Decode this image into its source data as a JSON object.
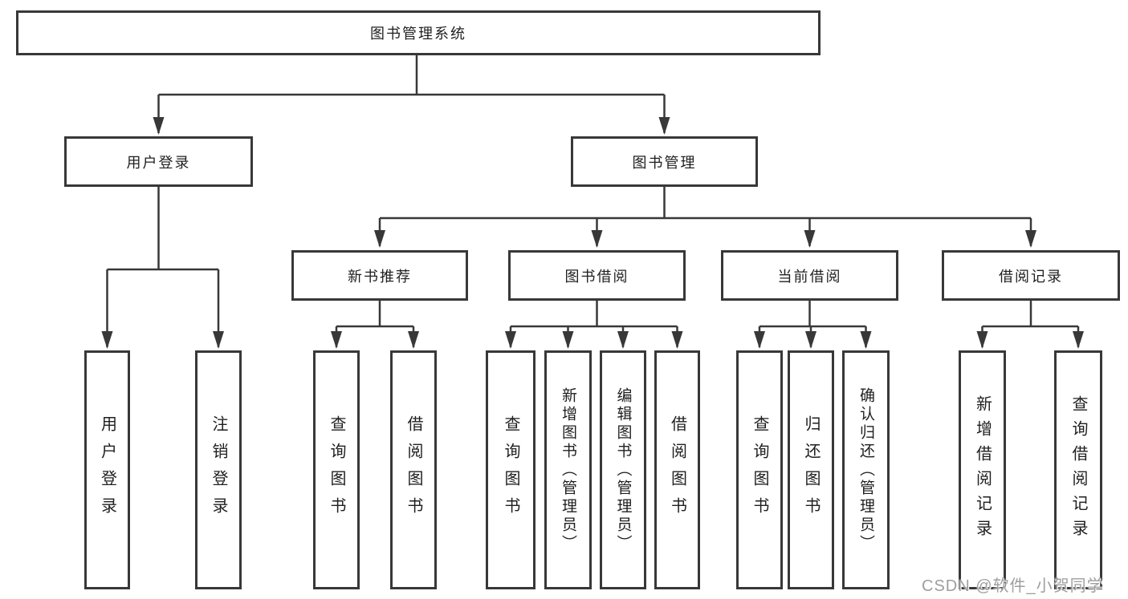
{
  "tree": {
    "label": "图书管理系统",
    "children": [
      {
        "label": "用户登录",
        "children": [
          {
            "label": "用户登录"
          },
          {
            "label": "注销登录"
          }
        ]
      },
      {
        "label": "图书管理",
        "children": [
          {
            "label": "新书推荐",
            "children": [
              {
                "label": "查询图书"
              },
              {
                "label": "借阅图书"
              }
            ]
          },
          {
            "label": "图书借阅",
            "children": [
              {
                "label": "查询图书"
              },
              {
                "label": "新增图书（管理员）"
              },
              {
                "label": "编辑图书（管理员）"
              },
              {
                "label": "借阅图书"
              }
            ]
          },
          {
            "label": "当前借阅",
            "children": [
              {
                "label": "查询图书"
              },
              {
                "label": "归还图书"
              },
              {
                "label": "确认归还（管理员）"
              }
            ]
          },
          {
            "label": "借阅记录",
            "children": [
              {
                "label": "新增借阅记录"
              },
              {
                "label": "查询借阅记录"
              }
            ]
          }
        ]
      }
    ]
  },
  "watermark": {
    "text": "CSDN @软件_小贺同学"
  },
  "colors": {
    "line": "#383838",
    "text": "#1f1f1f",
    "watermark": "#9e9e9e",
    "background": "#ffffff"
  }
}
